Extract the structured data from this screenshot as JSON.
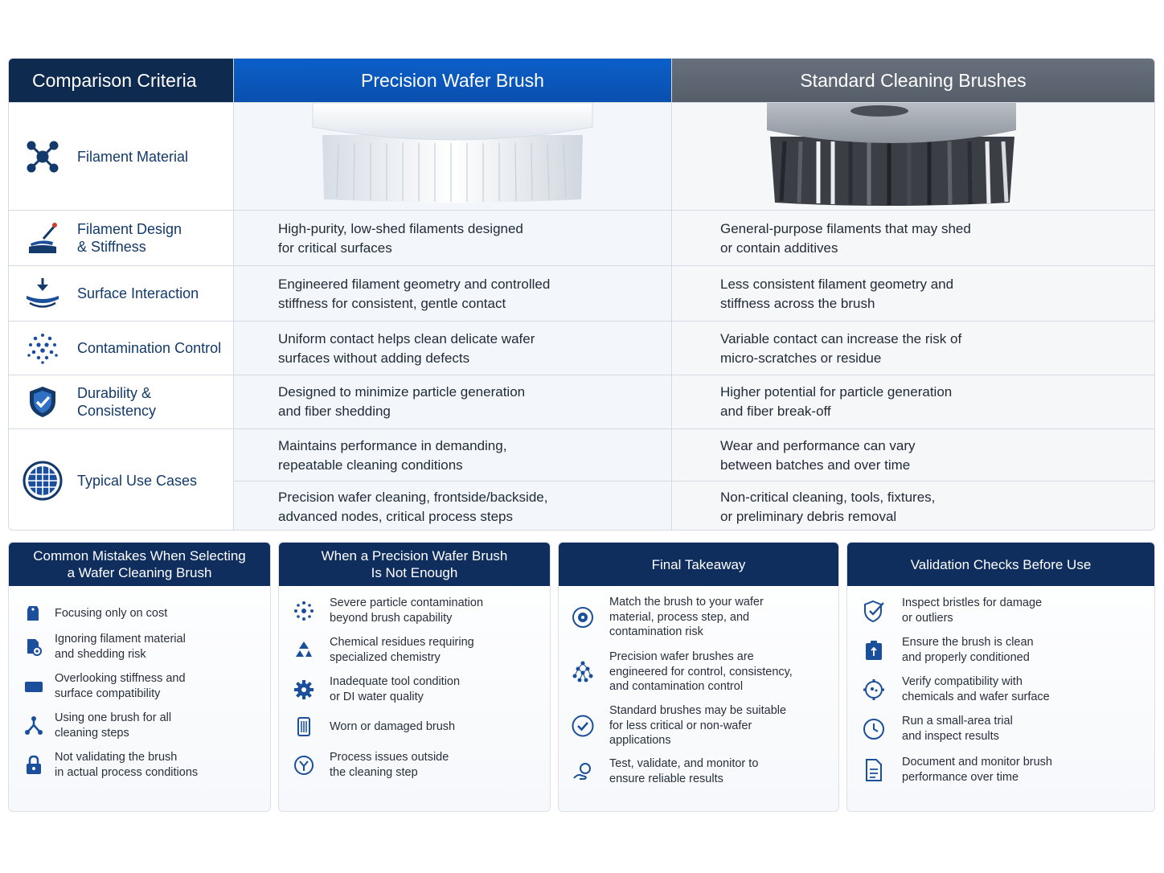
{
  "table": {
    "headers": {
      "criteria": "Comparison Criteria",
      "precision": "Precision Wafer Brush",
      "standard": "Standard Cleaning Brushes"
    },
    "rows": [
      {
        "label": "Filament Material",
        "icon": "molecule-icon",
        "precision": "",
        "standard": ""
      },
      {
        "label": "Filament Design\n& Stiffness",
        "icon": "brush-stroke-icon",
        "precision": "High-purity, low-shed filaments designed\nfor critical surfaces",
        "standard": "General-purpose filaments that may shed\nor contain additives"
      },
      {
        "label": "Surface Interaction",
        "icon": "surface-contact-icon",
        "precision": "Engineered filament geometry and controlled\nstiffness for consistent, gentle contact",
        "standard": "Less consistent filament geometry and\nstiffness across the brush"
      },
      {
        "label": "Contamination Control",
        "icon": "particles-icon",
        "precision": "Uniform contact helps clean delicate wafer\nsurfaces without adding defects",
        "standard": "Variable contact can increase the risk of\nmicro-scratches or residue"
      },
      {
        "label": "Durability &\nConsistency",
        "icon": "shield-check-icon",
        "precision": "Designed to minimize particle generation\nand fiber shedding",
        "standard": "Higher potential for particle generation\nand fiber break-off"
      },
      {
        "label": "Typical Use Cases",
        "icon": "wafer-grid-icon",
        "precision": "Maintains performance in demanding,\nrepeatable cleaning conditions",
        "standard": "Wear and performance can vary\nbetween batches and over time",
        "precision_2": "Precision wafer cleaning, frontside/backside,\nadvanced nodes, critical process steps",
        "standard_2": "Non-critical cleaning, tools, fixtures,\nor preliminary debris removal"
      }
    ]
  },
  "panels": [
    {
      "title": "Common Mistakes When Selecting\na Wafer Cleaning Brush",
      "items": [
        {
          "icon": "price-tag-icon",
          "text": "Focusing only on cost"
        },
        {
          "icon": "document-gear-icon",
          "text": "Ignoring filament material\nand shedding risk"
        },
        {
          "icon": "folder-icon",
          "text": "Overlooking stiffness and\nsurface compatibility"
        },
        {
          "icon": "branch-icon",
          "text": "Using one brush for all\ncleaning steps"
        },
        {
          "icon": "lock-icon",
          "text": "Not validating the brush\nin actual process conditions"
        }
      ]
    },
    {
      "title": "When a Precision Wafer Brush\nIs Not Enough",
      "items": [
        {
          "icon": "contamination-icon",
          "text": "Severe particle contamination\nbeyond brush capability"
        },
        {
          "icon": "recycle-icon",
          "text": "Chemical residues requiring\nspecialized chemistry"
        },
        {
          "icon": "gear-icon",
          "text": "Inadequate tool condition\nor DI water quality"
        },
        {
          "icon": "worn-brush-icon",
          "text": "Worn or damaged brush"
        },
        {
          "icon": "flow-icon",
          "text": "Process issues outside\nthe cleaning step"
        }
      ]
    },
    {
      "title": "Final Takeaway",
      "items": [
        {
          "icon": "target-icon",
          "text": "Match the brush to your wafer\nmaterial, process step, and\ncontamination risk"
        },
        {
          "icon": "structure-icon",
          "text": "Precision wafer brushes are\nengineered for control, consistency,\nand contamination control"
        },
        {
          "icon": "check-circle-icon",
          "text": "Standard brushes may be suitable\nfor less critical or non-wafer\napplications"
        },
        {
          "icon": "monitor-hand-icon",
          "text": "Test, validate, and monitor to\nensure reliable results"
        }
      ]
    },
    {
      "title": "Validation Checks Before Use",
      "items": [
        {
          "icon": "shield-check-icon",
          "text": "Inspect bristles for damage\nor outliers"
        },
        {
          "icon": "clipboard-icon",
          "text": "Ensure the brush is clean\nand properly conditioned"
        },
        {
          "icon": "chemical-gear-icon",
          "text": "Verify compatibility with\nchemicals and wafer surface"
        },
        {
          "icon": "clock-icon",
          "text": "Run a small-area trial\nand inspect results"
        },
        {
          "icon": "document-icon",
          "text": "Document and monitor brush\nperformance over time"
        }
      ]
    }
  ],
  "colors": {
    "navy": "#0f2e5e",
    "blue": "#0b5fc9",
    "gray": "#5e6773",
    "icon": "#1b4f9c"
  }
}
